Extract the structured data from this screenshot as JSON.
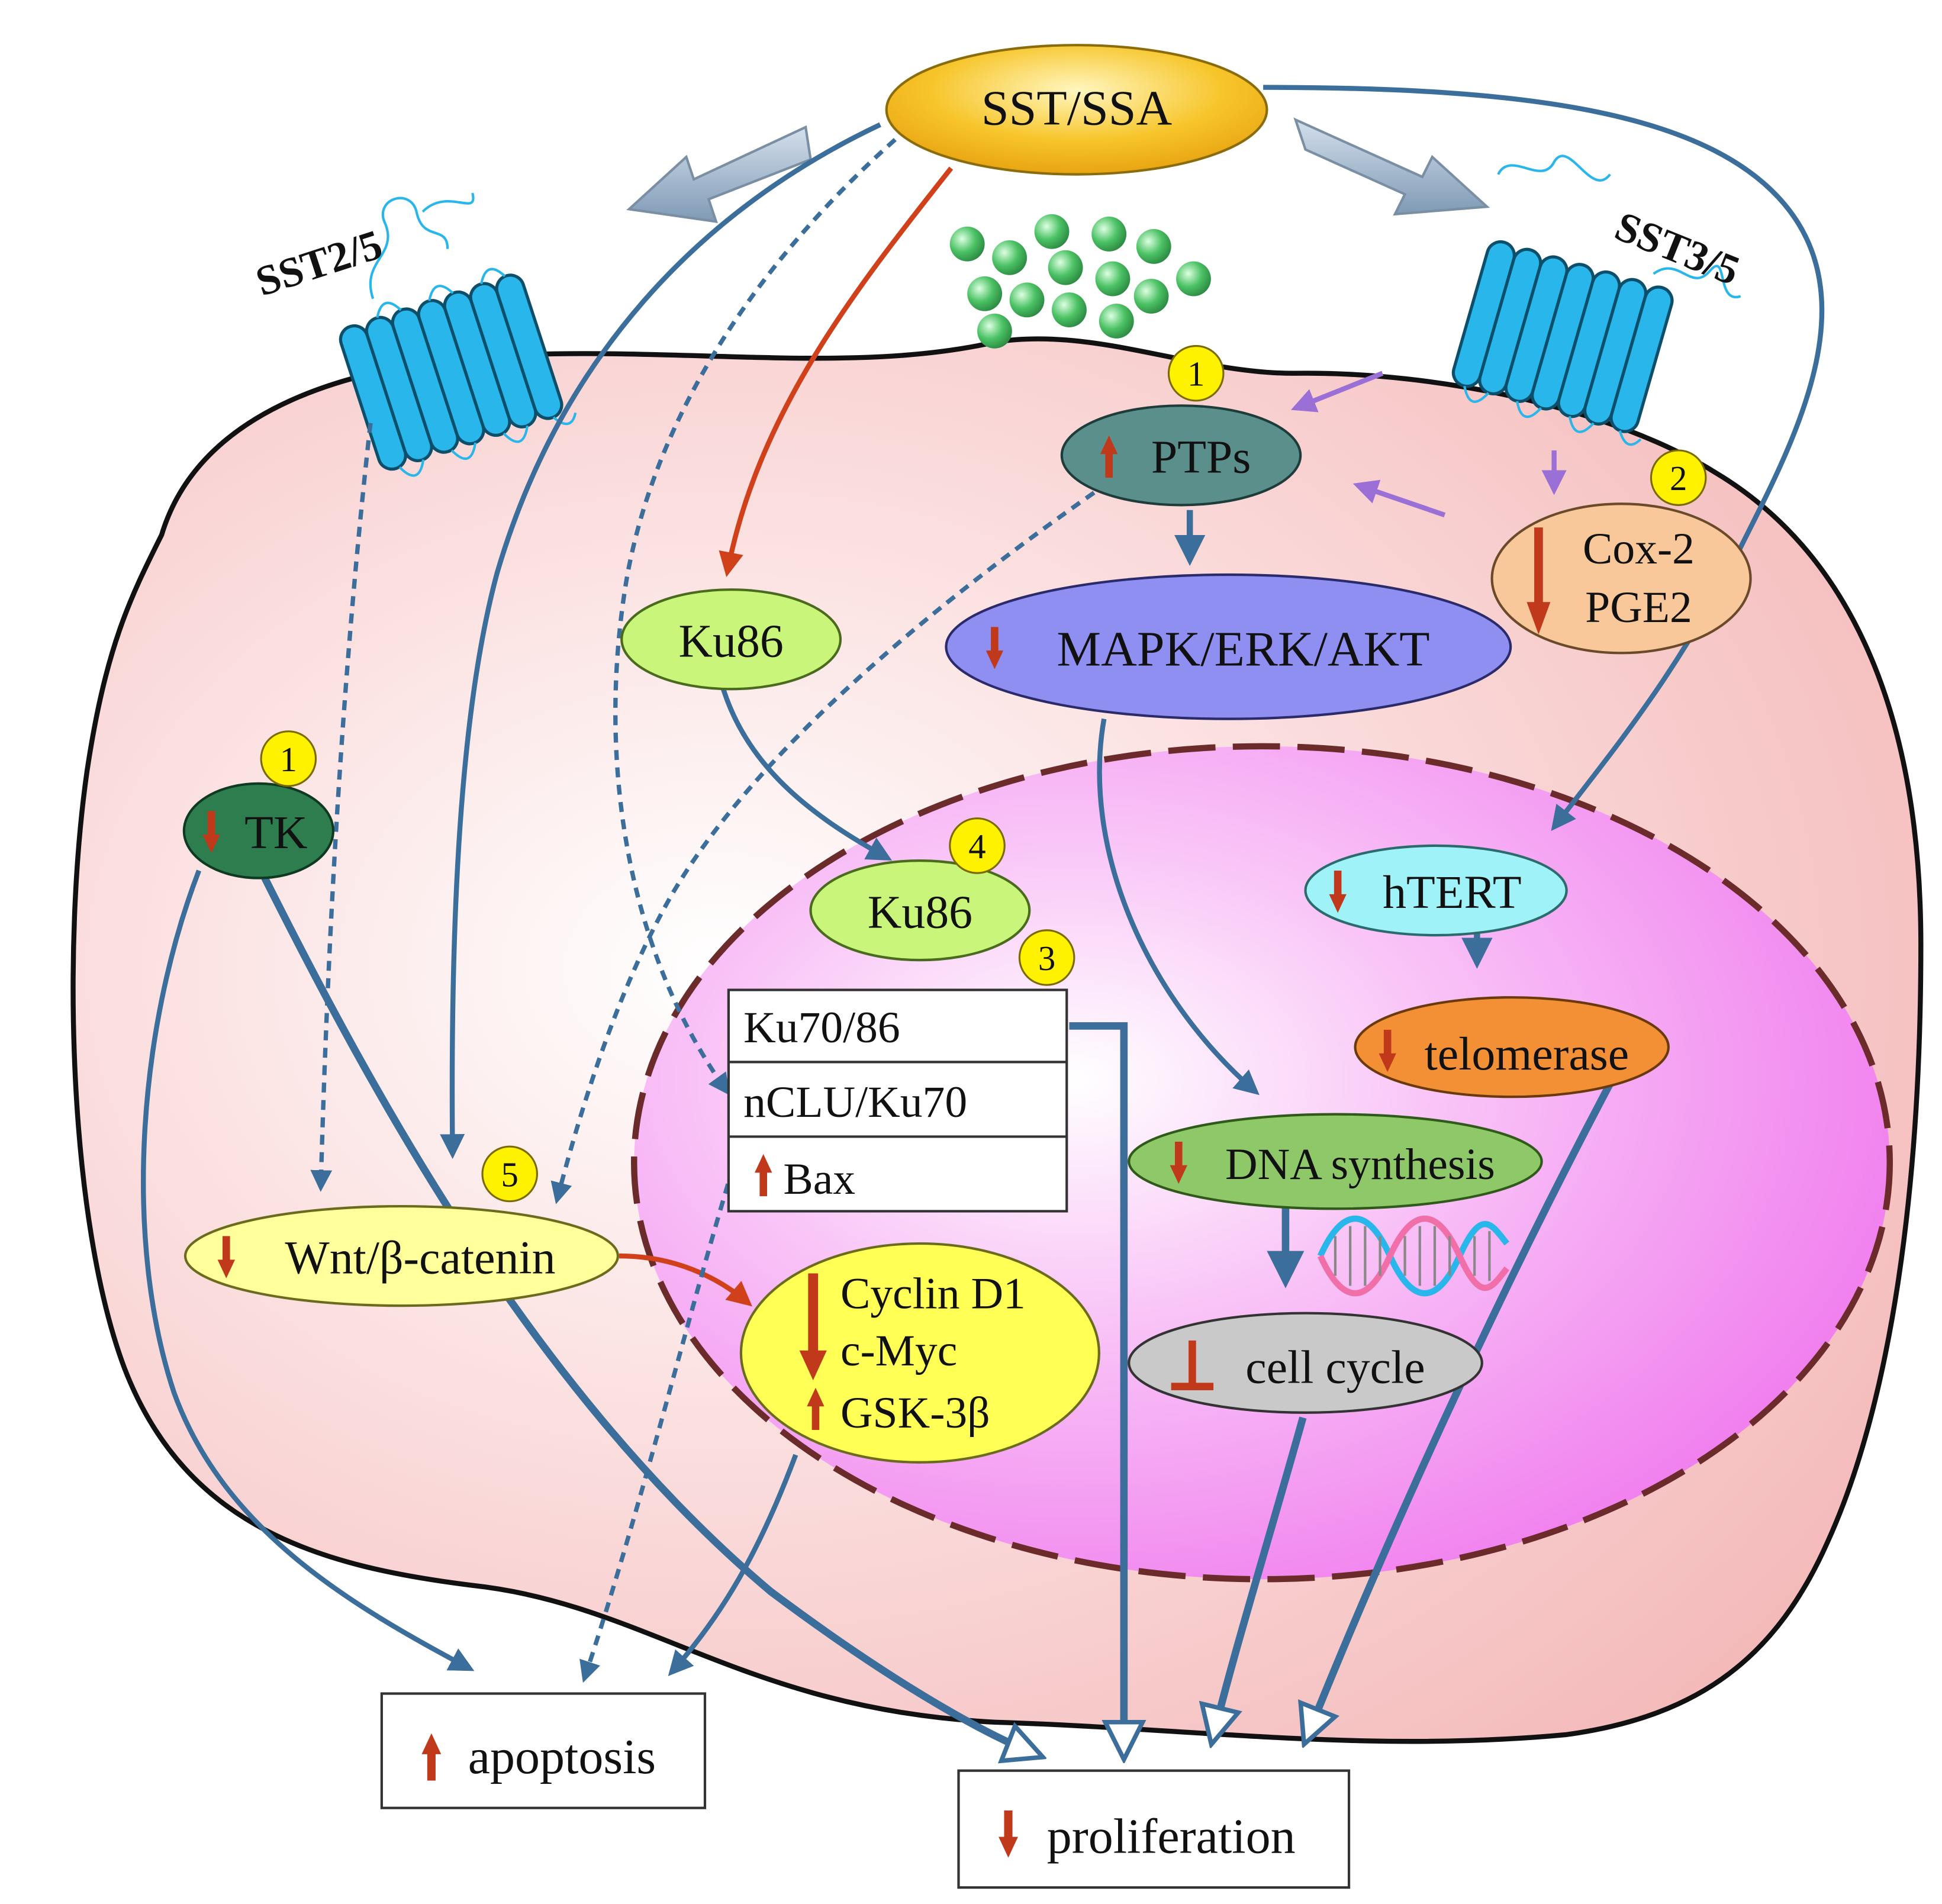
{
  "ligand": {
    "label": "SST/SSA"
  },
  "receptors": {
    "left": "SST2/5",
    "right": "SST3/5"
  },
  "nodes": {
    "ptps": "PTPs",
    "cox2": "Cox-2",
    "pge2": "PGE2",
    "mapk": "MAPK/ERK/AKT",
    "ku86_cyto": "Ku86",
    "tk": "TK",
    "ku86_nuc": "Ku86",
    "hTERT": "hTERT",
    "telomerase": "telomerase",
    "ku70_86": "Ku70/86",
    "nclu_ku70": "nCLU/Ku70",
    "bax": "Bax",
    "dna_synthesis": "DNA synthesis",
    "wnt": "Wnt/β-catenin",
    "cyclin_d1": "Cyclin D1",
    "cmyc": "c-Myc",
    "gsk3b": "GSK-3β",
    "cell_cycle": "cell cycle"
  },
  "badges": {
    "ptps": "1",
    "cox2": "2",
    "tk": "1",
    "ku86_nuc": "4",
    "ku_complex": "3",
    "wnt": "5"
  },
  "outcomes": {
    "apoptosis": "apoptosis",
    "proliferation": "proliferation"
  },
  "colors": {
    "cell_fill": "#f6c4c4",
    "nucleus_fill": "#f48cf2",
    "arrow_blue": "#3b6e9b",
    "arrow_red": "#d0401a",
    "indicator_red": "#c0391b",
    "receptor_blue": "#29b6ea",
    "badge_yellow": "#fff200",
    "ligand_gold": "#f6c22a",
    "ptps_teal": "#5a8f8c",
    "cox_peach": "#f9c89a",
    "mapk_violet": "#8f8ff2",
    "ku_lime": "#c9f57a",
    "tk_green": "#2e7d4f",
    "htert_cyan": "#9ff2f7",
    "telomerase_orange": "#f39035",
    "dna_green": "#8fc868",
    "wnt_yellow": "#ffff9c",
    "cyclin_yellow": "#ffff55",
    "cellcycle_gray": "#c9c9c9",
    "vesicle_green": "#4cc265",
    "purple_arrow": "#9a6fd6"
  }
}
